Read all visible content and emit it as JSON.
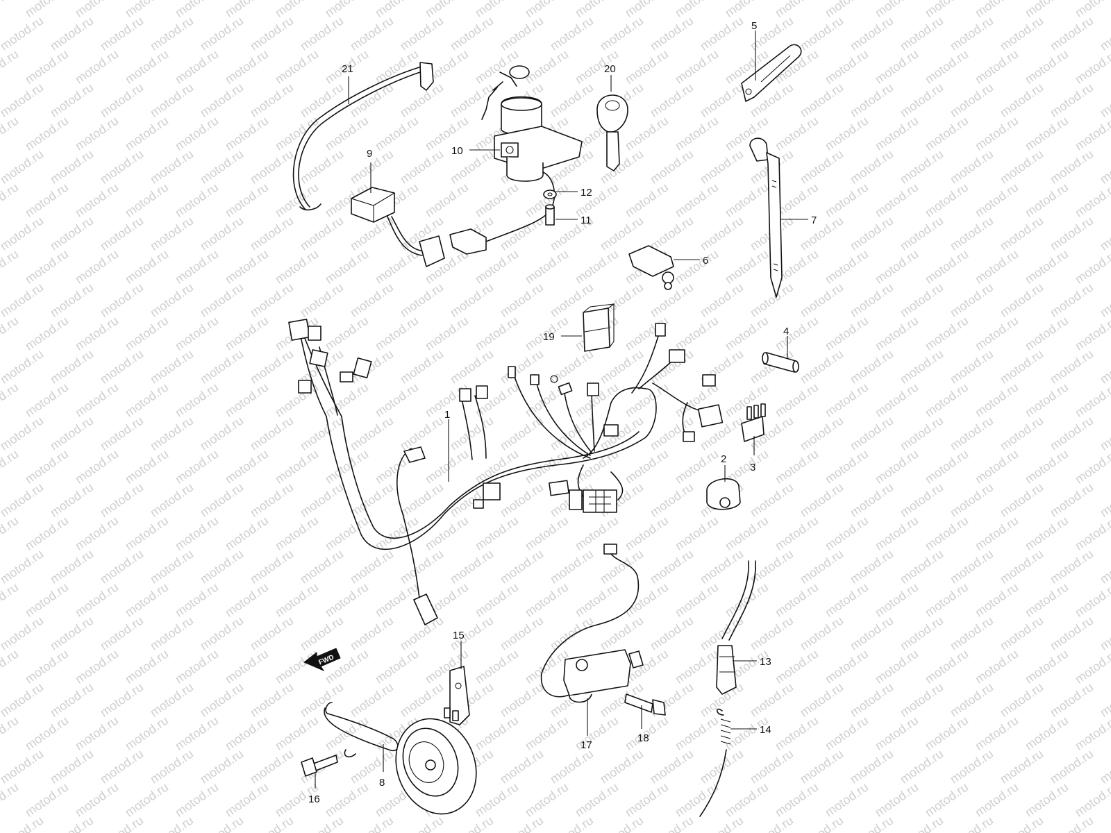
{
  "watermark": "motod.ru",
  "direction_arrow": "FWD",
  "callouts": {
    "c1": "1",
    "c2": "2",
    "c3": "3",
    "c4": "4",
    "c5": "5",
    "c6": "6",
    "c7": "7",
    "c8": "8",
    "c9": "9",
    "c10": "10",
    "c11": "11",
    "c12": "12",
    "c13": "13",
    "c14": "14",
    "c15": "15",
    "c16": "16",
    "c17": "17",
    "c18": "18",
    "c19": "19",
    "c20": "20",
    "c21": "21"
  }
}
